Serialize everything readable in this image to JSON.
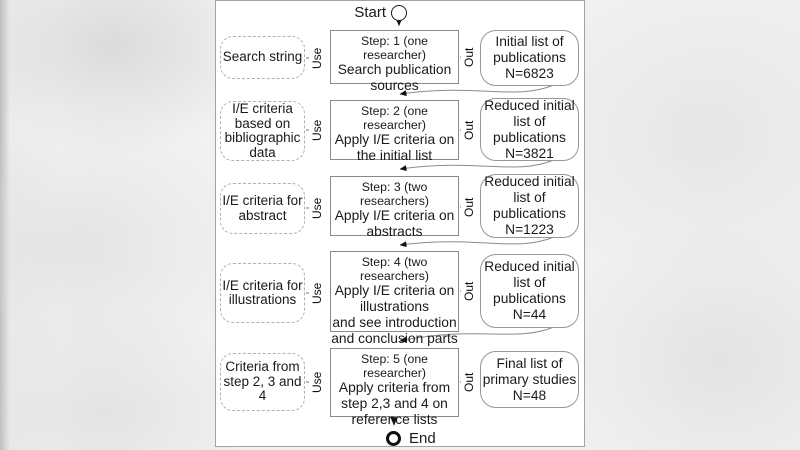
{
  "diagram": {
    "start_label": "Start",
    "end_label": "End",
    "use_label": "Use",
    "out_label": "Out",
    "rows": [
      {
        "input": "Search string",
        "step_title": "Step: 1 (one researcher)",
        "step_body": "Search publication\nsources",
        "output": "Initial list of\npublications\nN=6823"
      },
      {
        "input": "I/E criteria\nbased on\nbibliographic\ndata",
        "step_title": "Step: 2 (one researcher)",
        "step_body": "Apply I/E criteria on\nthe initial list",
        "output": "Reduced initial\nlist of\npublications\nN=3821"
      },
      {
        "input": "I/E criteria for\nabstract",
        "step_title": "Step: 3 (two researchers)",
        "step_body": "Apply I/E criteria on\nabstracts",
        "output": "Reduced initial\nlist of\npublications\nN=1223"
      },
      {
        "input": "I/E criteria for\nillustrations",
        "step_title": "Step: 4 (two researchers)",
        "step_body": "Apply I/E criteria on\nillustrations\nand see introduction\nand conclusion parts",
        "output": "Reduced initial\nlist of\npublications\nN=44"
      },
      {
        "input": "Criteria from\nstep 2, 3 and\n4",
        "step_title": "Step: 5 (one researcher)",
        "step_body": "Apply criteria from\nstep 2,3 and 4 on\nreference lists",
        "output": "Final list of\nprimary studies\nN=48"
      }
    ],
    "colors": {
      "panel_background": "#ffffff",
      "panel_border": "#a3a3a3",
      "step_border": "#8a8a8a",
      "dashed_border": "#b0b0b0",
      "rounded_border": "#979797",
      "wire": "#8c8c8c",
      "arrowhead": "#111111",
      "text": "#1a1a1a"
    }
  }
}
